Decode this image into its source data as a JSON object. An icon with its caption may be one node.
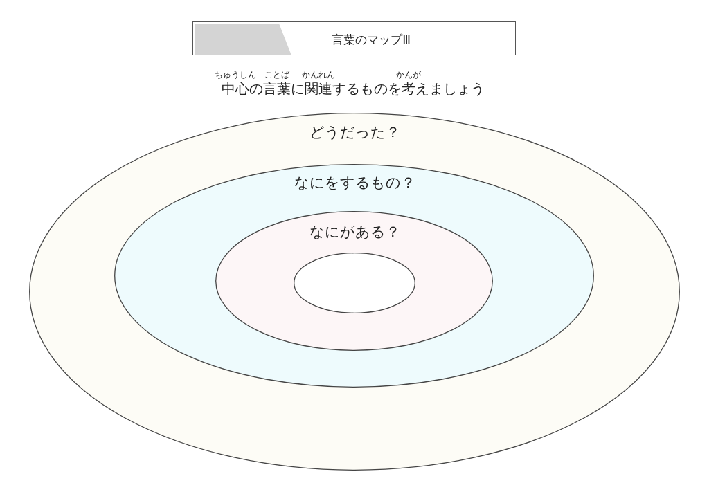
{
  "diagram": {
    "nodes": [
      {
        "text": [
          "言葉のマップⅢ"
        ]
      },
      {
        "text": [],
        "shape": "box",
        "in": 0
      },
      {
        "text": [
          "どうだった？"
        ]
      },
      {
        "text": [
          "なにをするもの？"
        ],
        "in": 2
      },
      {
        "text": [
          "なにがある？"
        ],
        "in": 3
      },
      {
        "text": [],
        "shape": "circle",
        "in": 4
      }
    ],
    "labels": [
      "中心の言葉に関連するものを考えましょう",
      "ちゅうしん",
      "ことば",
      "かんれん",
      "かんが"
    ]
  }
}
